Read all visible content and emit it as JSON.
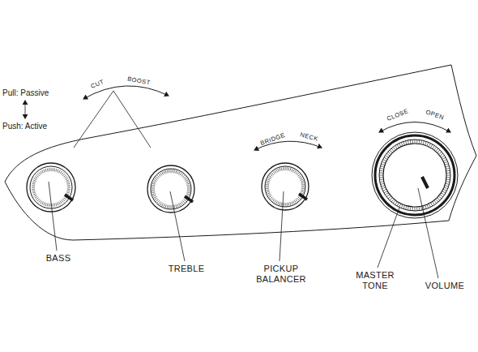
{
  "diagram": {
    "labels": [
      "Pull: Passive",
      "Push: Active",
      "CUT",
      "BOOST",
      "BRIDGE",
      "NECK",
      "CLOSE",
      "OPEN",
      "BASS",
      "TREBLE",
      "PICKUP BALANCER",
      "MASTER TONE",
      "VOLUME"
    ]
  }
}
